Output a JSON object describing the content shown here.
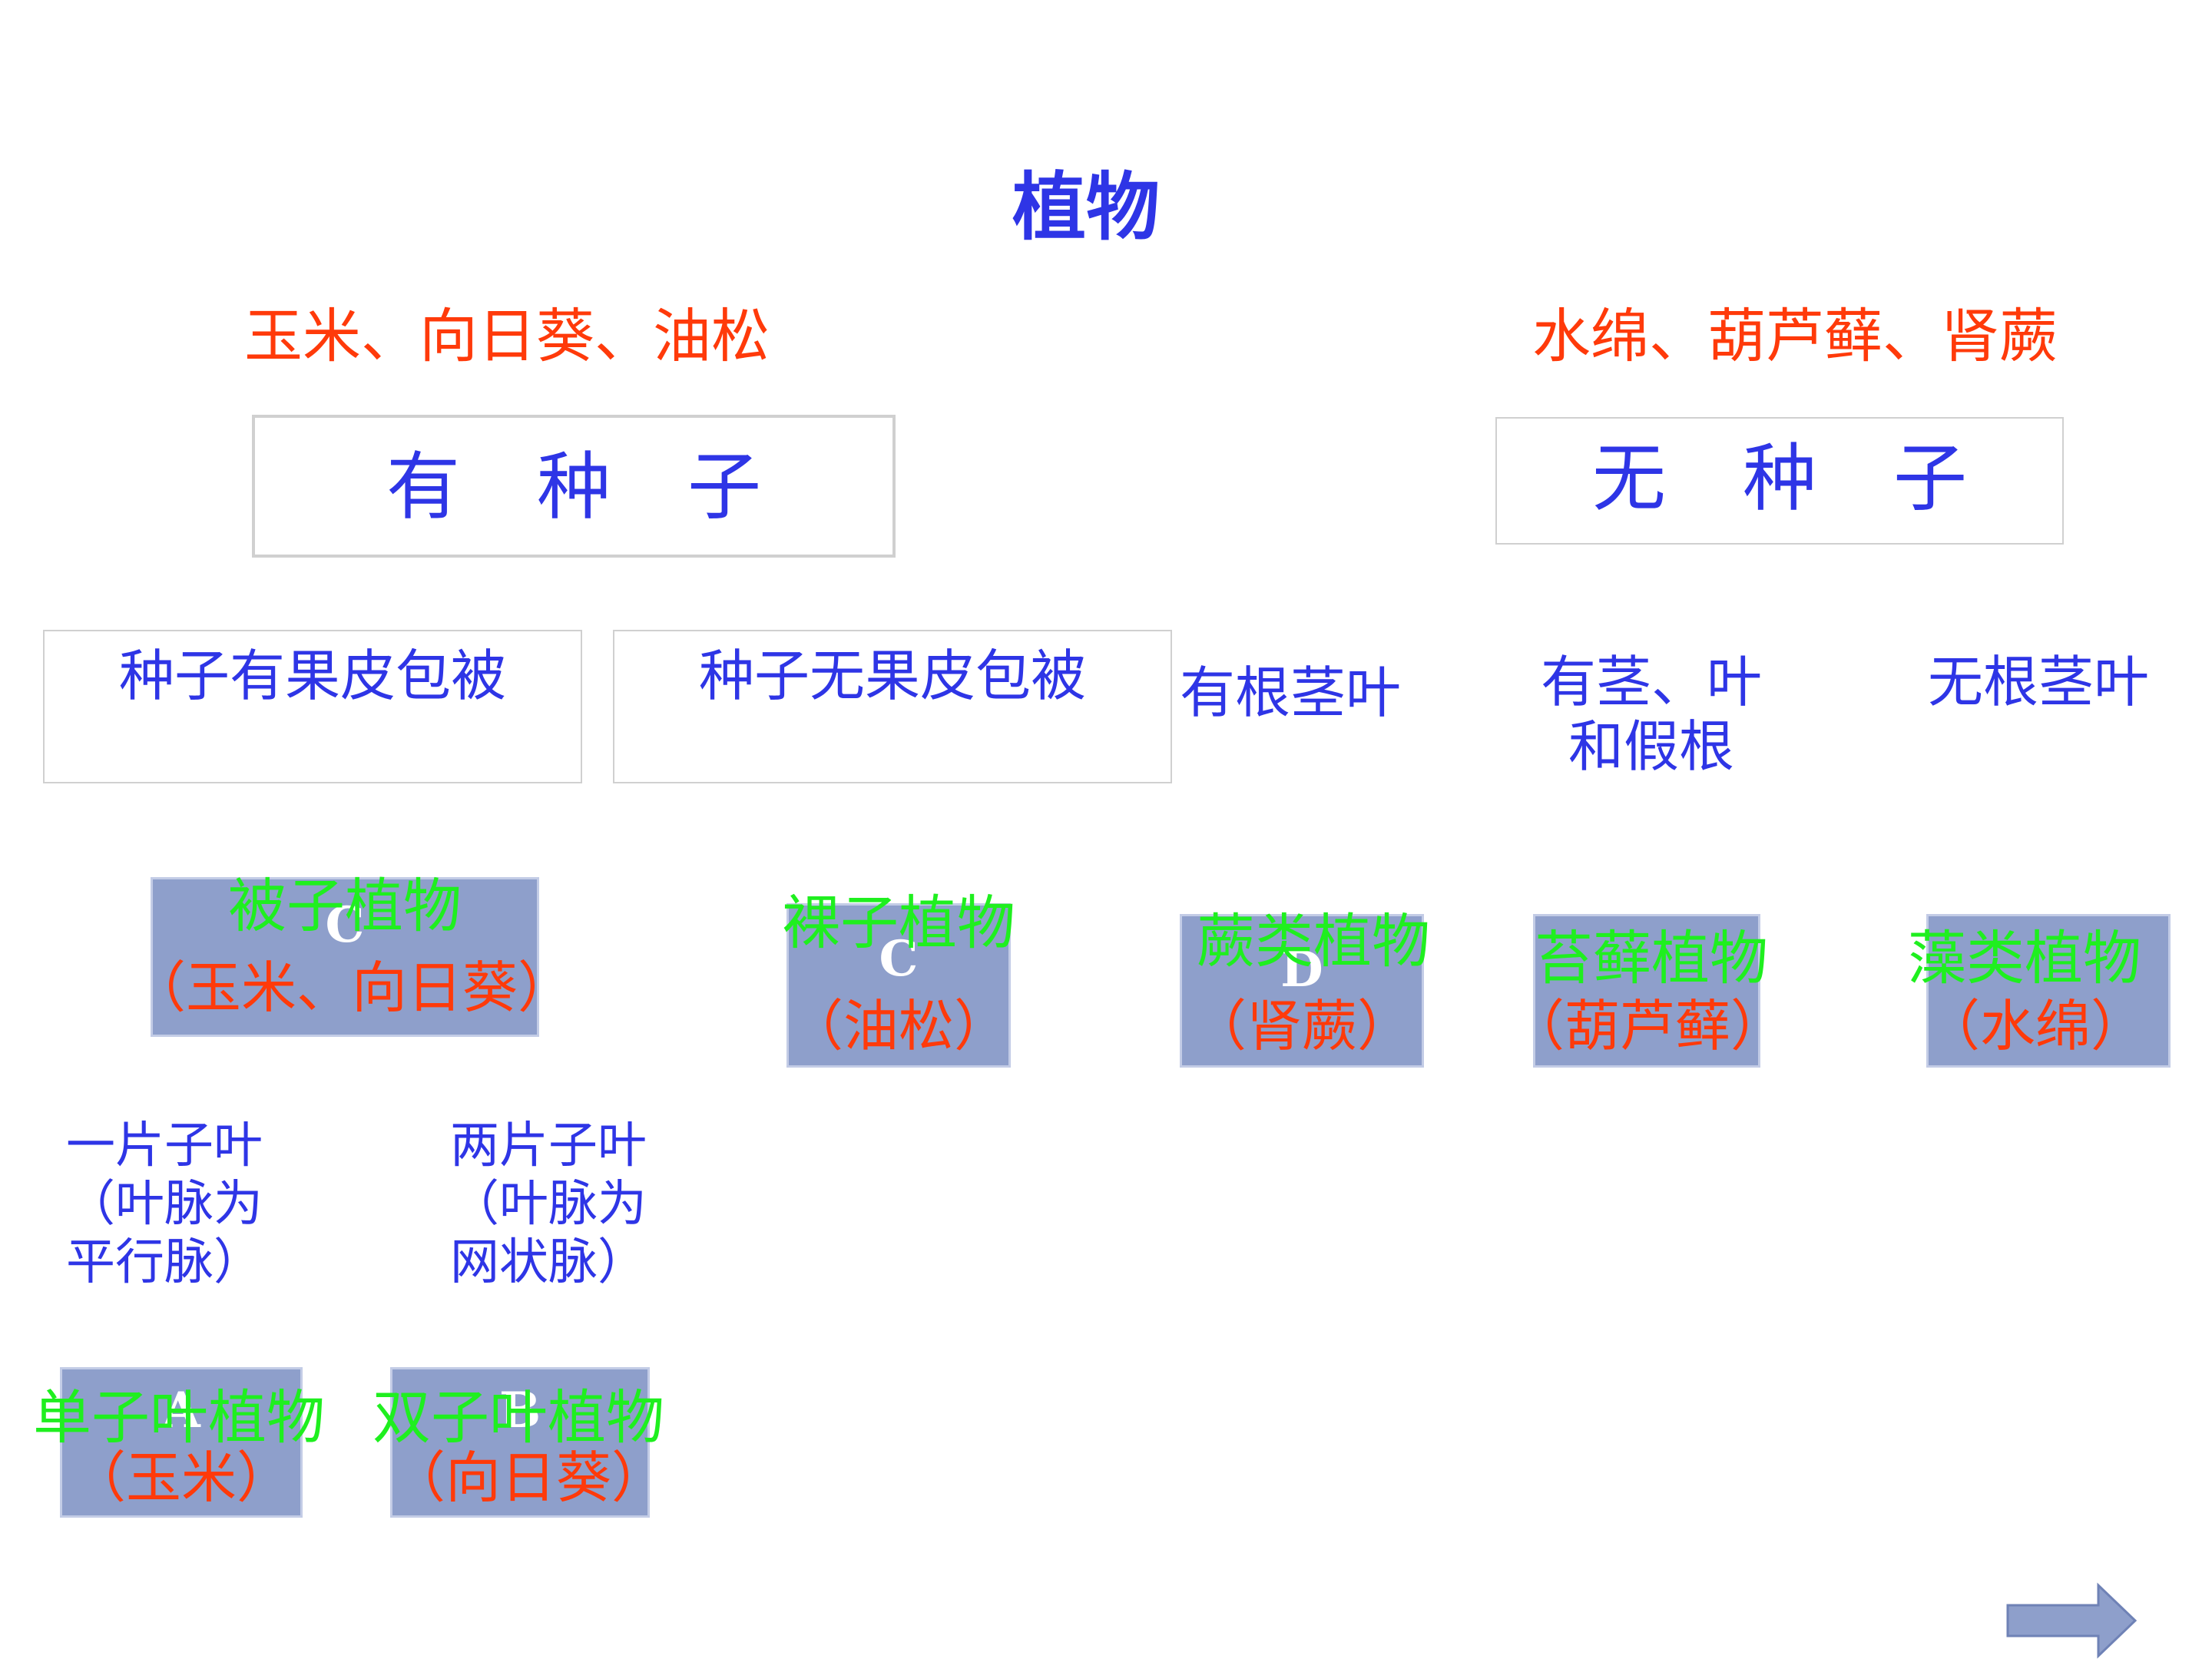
{
  "title": "植物",
  "examples": {
    "left": "玉米、向日葵、油松",
    "right": "水绵、葫芦藓、肾蕨"
  },
  "groups": {
    "seed": "有种子",
    "no_seed": "无种子"
  },
  "criteria": {
    "fruit_cover": "种子有果皮包被",
    "no_fruit_cover": "种子无果皮包被",
    "root_stem_leaf": "有根茎叶",
    "stem_leaf_pseudo_line1": "有茎、叶",
    "stem_leaf_pseudo_line2": "和假根",
    "no_root_stem_leaf": "无根茎叶",
    "one_cotyledon": [
      "一片子叶",
      "（叶脉为",
      "平行脉）"
    ],
    "two_cotyledons": [
      "两片子叶",
      "（叶脉为",
      "网状脉）"
    ]
  },
  "boxes": {
    "angiosperm": {
      "letter": "C",
      "name": "被子植物",
      "example": "（玉米、向日葵）"
    },
    "gymnosperm": {
      "letter": "C",
      "name": "裸子植物",
      "example": "（油松）"
    },
    "fern": {
      "letter": "D",
      "name": "蕨类植物",
      "example": "（肾蕨）"
    },
    "moss": {
      "letter": "",
      "name": "苔藓植物",
      "example": "（葫芦藓）"
    },
    "algae": {
      "letter": "",
      "name": "藻类植物",
      "example": "（水绵）"
    },
    "monocot": {
      "letter": "A",
      "name": "单子叶植物",
      "example": "（玉米）"
    },
    "dicot": {
      "letter": "B",
      "name": "双子叶植物",
      "example": "（向日葵）"
    }
  },
  "colors": {
    "title_blue": "#2e35e6",
    "example_red": "#ff3a0a",
    "name_green": "#1fef1f",
    "box_fill": "#8e9fcb",
    "arrow": "#8e9fcb"
  },
  "icons": {
    "next": "right-arrow-icon"
  }
}
